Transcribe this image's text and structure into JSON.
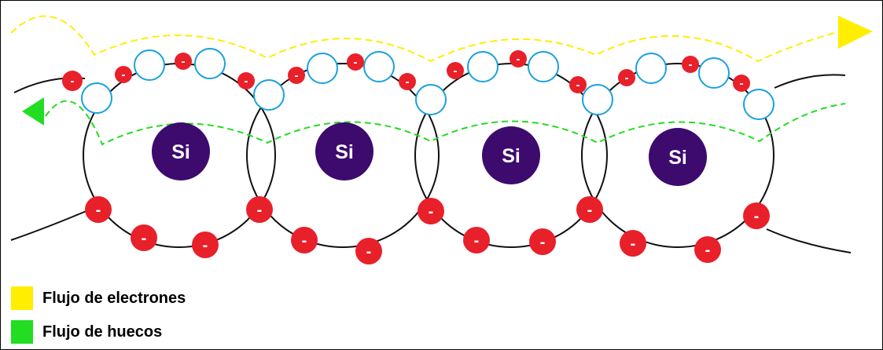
{
  "atom_label": "Si",
  "charge_symbol": "-",
  "colors": {
    "electron": "#e8202a",
    "hole_stroke": "#1aa0e0",
    "atom": "#3d0a6e",
    "electron_flow": "#ffee00",
    "hole_flow": "#22dd22",
    "orbit": "#111111"
  },
  "legend": {
    "electron_flow_label": "Flujo de electrones",
    "hole_flow_label": "Flujo de huecos"
  }
}
